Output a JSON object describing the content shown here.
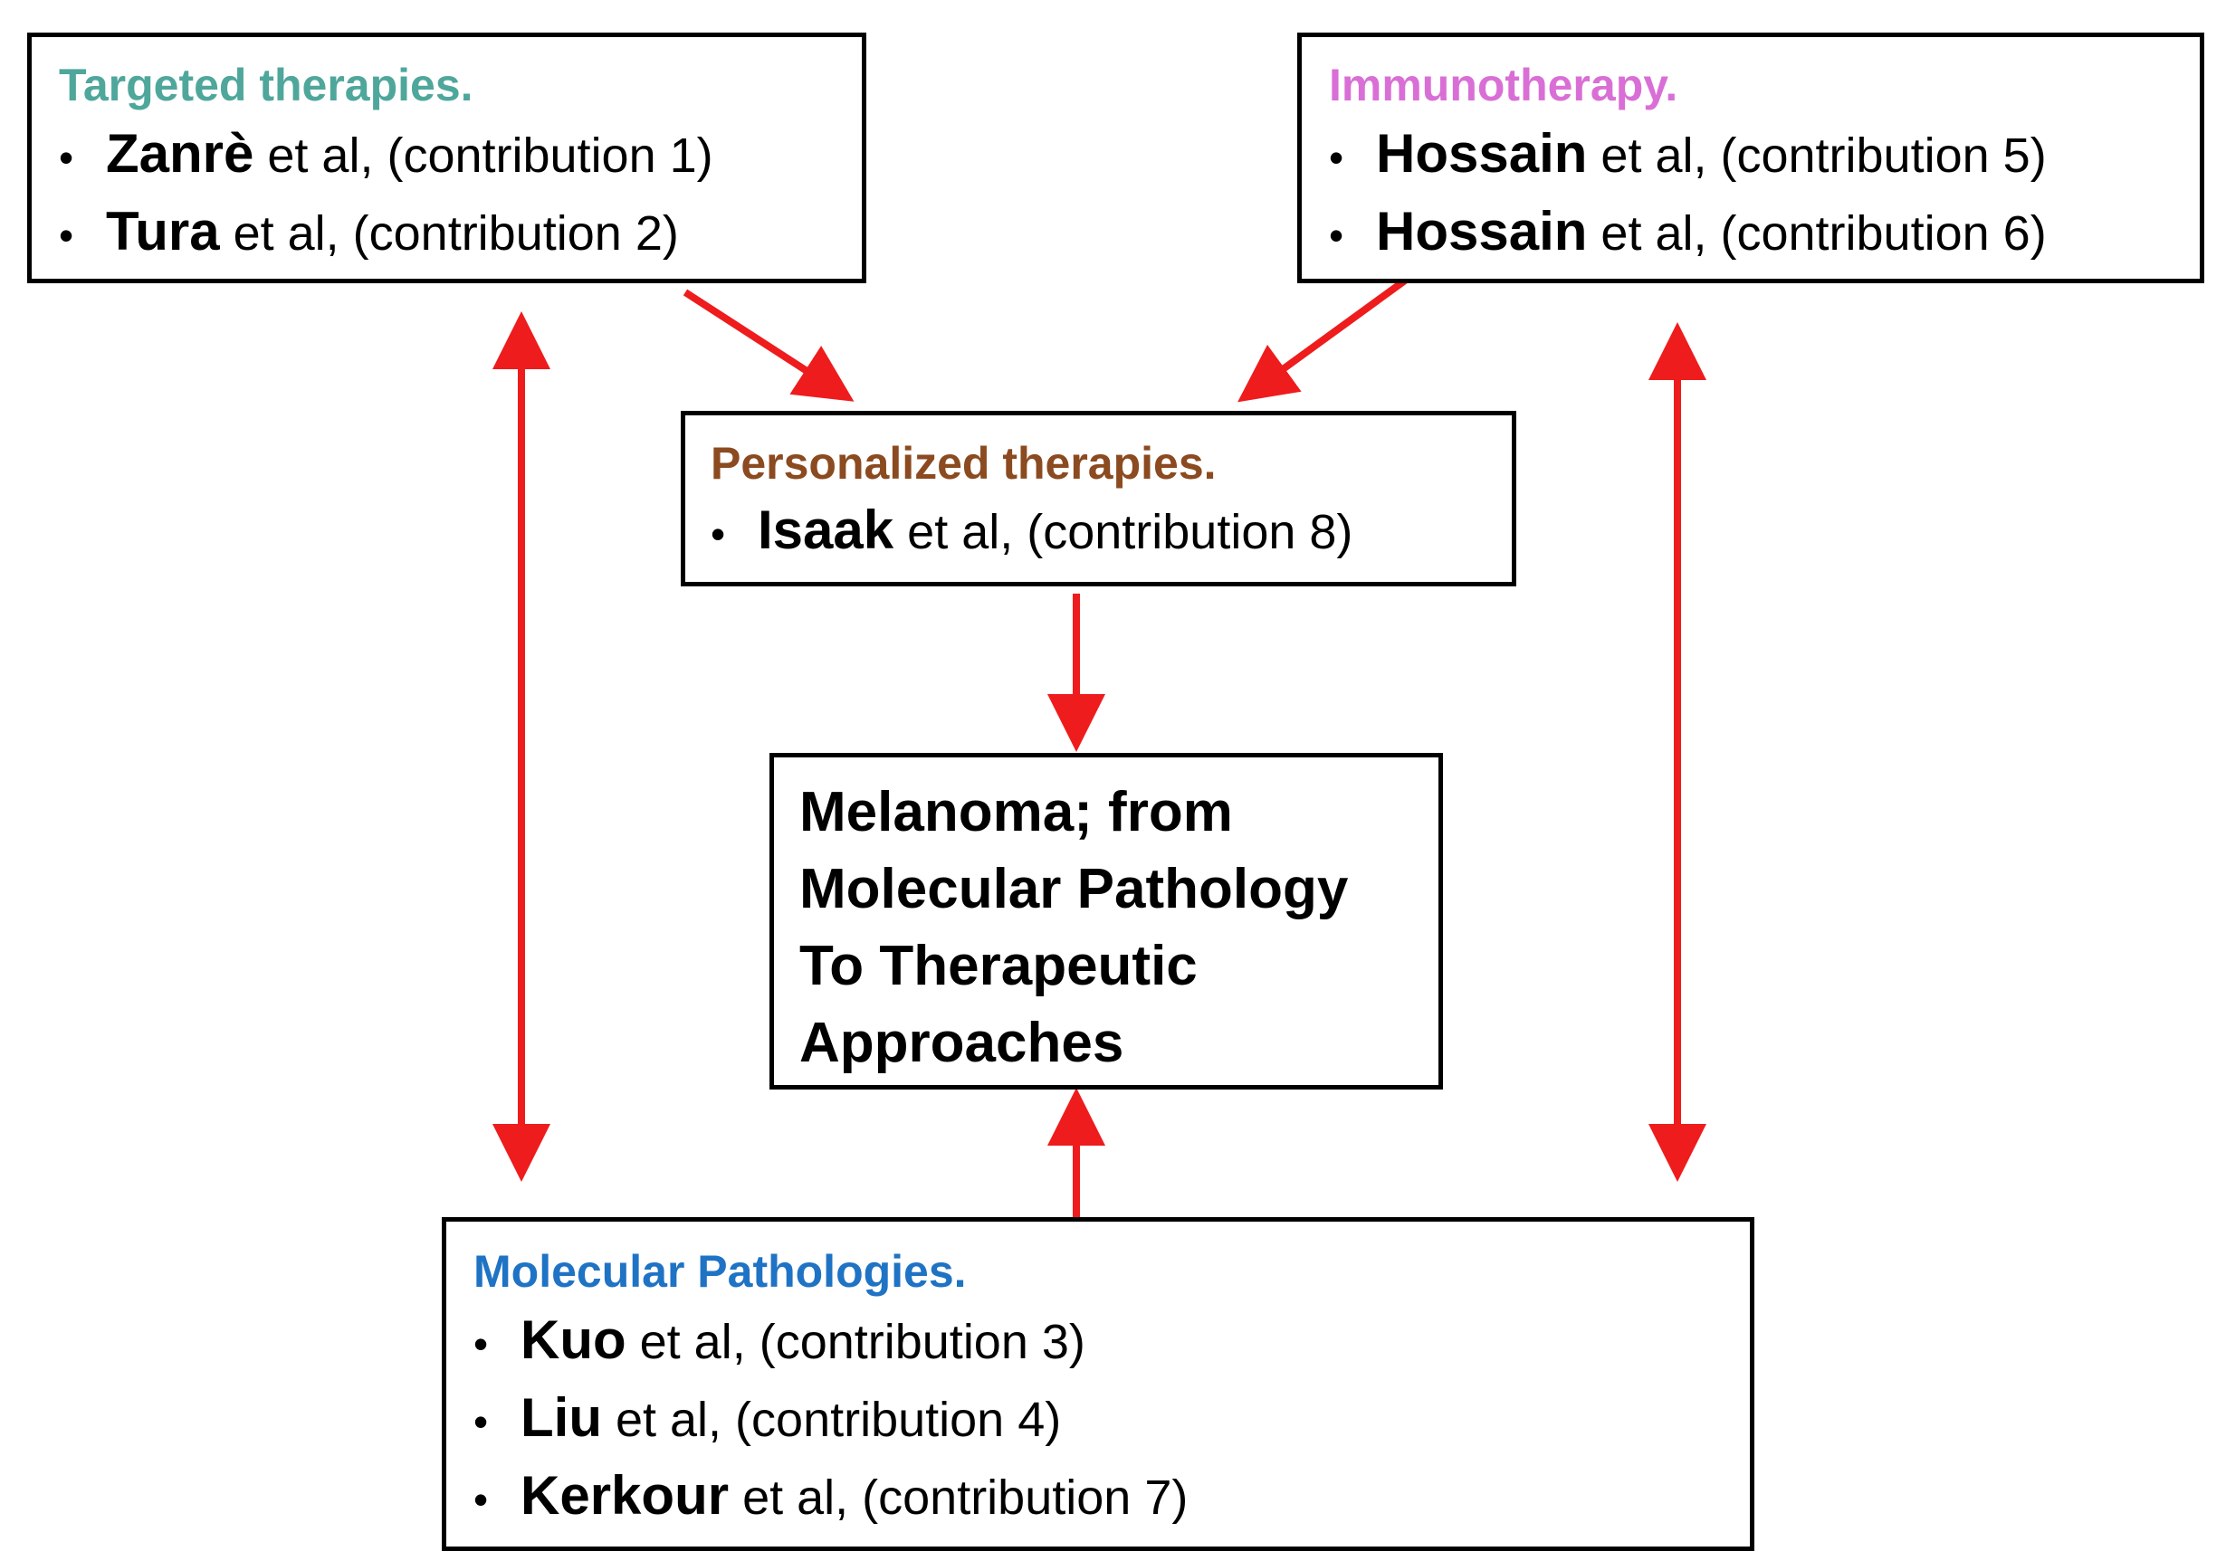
{
  "colors": {
    "arrow": "#ee1c1c",
    "box_border": "#000000",
    "targeted_title": "#4fa79b",
    "immunotherapy_title": "#d96fd6",
    "personalized_title": "#8b4a1f",
    "molecular_title": "#1f73c4"
  },
  "targeted": {
    "title": "Targeted therapies.",
    "items": [
      {
        "bullet": "•",
        "author": "Zanrè",
        "rest": " et al, (contribution 1)"
      },
      {
        "bullet": "•",
        "author": "Tura",
        "rest": " et al, (contribution 2)"
      }
    ]
  },
  "immunotherapy": {
    "title": "Immunotherapy.",
    "items": [
      {
        "bullet": "•",
        "author": "Hossain",
        "rest": " et al, (contribution 5)"
      },
      {
        "bullet": "•",
        "author": "Hossain",
        "rest": " et al, (contribution 6)"
      }
    ]
  },
  "personalized": {
    "title": "Personalized therapies.",
    "items": [
      {
        "bullet": "•",
        "author": "Isaak",
        "rest": " et al, (contribution 8)"
      }
    ]
  },
  "center": {
    "title": "Melanoma; from\nMolecular Pathology\nTo Therapeutic\nApproaches"
  },
  "molecular": {
    "title": "Molecular Pathologies.",
    "items": [
      {
        "bullet": "•",
        "author": "Kuo",
        "rest": " et al, (contribution 3)"
      },
      {
        "bullet": "•",
        "author": "Liu",
        "rest": " et al, (contribution 4)"
      },
      {
        "bullet": "•",
        "author": "Kerkour",
        "rest": " et al, (contribution 7)"
      }
    ]
  }
}
